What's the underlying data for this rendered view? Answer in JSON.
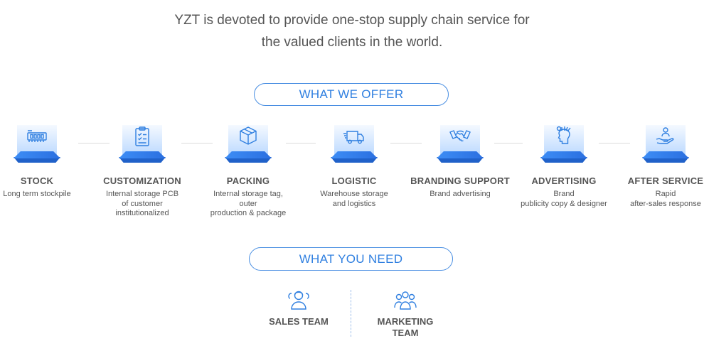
{
  "intro": {
    "line1": "YZT is devoted to provide one-stop supply chain service for",
    "line2": "the valued clients in the world."
  },
  "offer": {
    "heading": "WHAT WE OFFER",
    "items": [
      {
        "icon": "memory-chip-icon",
        "title": "STOCK",
        "desc": [
          "Long term stockpile"
        ]
      },
      {
        "icon": "clipboard-checklist-icon",
        "title": "CUSTOMIZATION",
        "desc": [
          "Internal storage PCB",
          "of customer",
          "institutionalized"
        ]
      },
      {
        "icon": "box-icon",
        "title": "PACKING",
        "desc": [
          "Internal storage tag,",
          "outer",
          "production & package"
        ]
      },
      {
        "icon": "delivery-truck-icon",
        "title": "LOGISTIC",
        "desc": [
          "Warehouse storage",
          "and logistics"
        ]
      },
      {
        "icon": "handshake-icon",
        "title": "BRANDING SUPPORT",
        "desc": [
          "Brand advertising"
        ]
      },
      {
        "icon": "creative-head-icon",
        "title": "ADVERTISING",
        "desc": [
          "Brand",
          "publicity copy & designer"
        ]
      },
      {
        "icon": "hand-user-icon",
        "title": "AFTER SERVICE",
        "desc": [
          "Rapid",
          "after-sales response"
        ]
      }
    ]
  },
  "need": {
    "heading": "WHAT YOU NEED",
    "items": [
      {
        "icon": "sales-team-icon",
        "title": [
          "SALES TEAM"
        ]
      },
      {
        "icon": "marketing-team-icon",
        "title": [
          "MARKETING",
          "TEAM"
        ]
      }
    ]
  },
  "colors": {
    "accent": "#2f7fe0",
    "platform": "#2b6fe0",
    "text": "#555555"
  }
}
